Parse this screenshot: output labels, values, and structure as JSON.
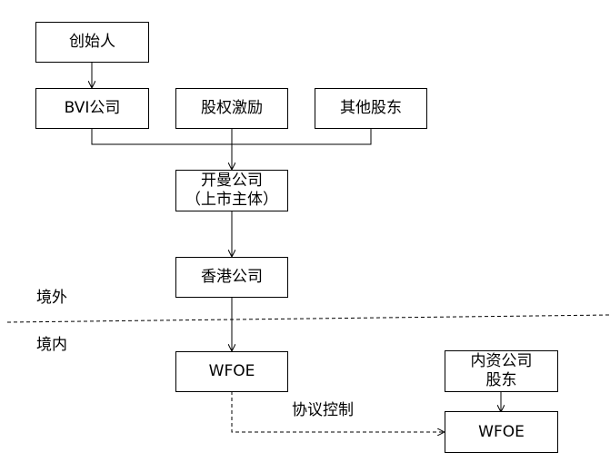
{
  "nodes": {
    "founder": "创始人",
    "bvi": "BVI公司",
    "esop": "股权激励",
    "other": "其他股东",
    "kaiman_line1": "开曼公司",
    "kaiman_line2": "（上市主体）",
    "hk": "香港公司",
    "wfoe_left": "WFOE",
    "domestic_line1": "内资公司",
    "domestic_line2": "股东",
    "wfoe_right": "WFOE"
  },
  "labels": {
    "offshore": "境外",
    "onshore": "境内",
    "agreement_control": "协议控制"
  },
  "colors": {
    "line": "#000000",
    "background": "#ffffff"
  }
}
